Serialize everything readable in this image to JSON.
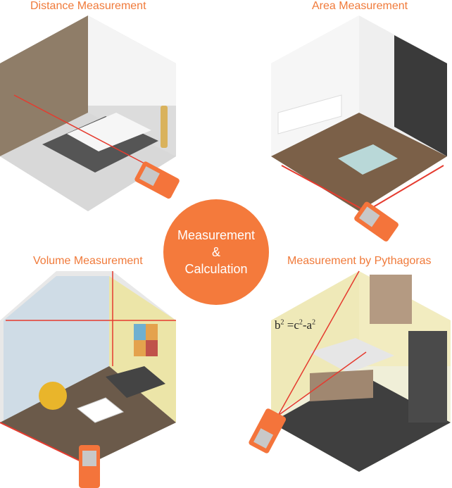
{
  "labels": {
    "distance": "Distance Measurement",
    "area": "Area Measurement",
    "volume": "Volume Measurement",
    "pythagoras": "Measurement by Pythagoras"
  },
  "center": {
    "line1": "Measurement",
    "line2": "&",
    "line3": "Calculation"
  },
  "formula": {
    "b": "b",
    "eq": " =c",
    "minus": "-a",
    "exp": "2"
  },
  "colors": {
    "accent": "#f47a3c",
    "laser": "#e53b2f",
    "floor_dark": "#555555",
    "wall_light": "#f2f2f2"
  }
}
